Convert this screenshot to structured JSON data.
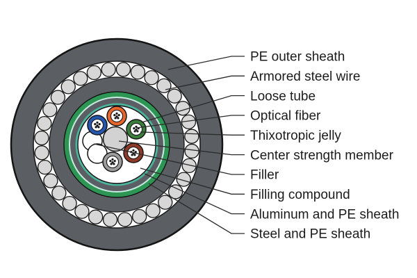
{
  "figure": {
    "name": "fiber-optic-cable-cross-section",
    "background_color": "#ffffff",
    "labels": [
      {
        "slug": "pe-outer-sheath",
        "text": "PE outer sheath"
      },
      {
        "slug": "armored-steel-wire",
        "text": "Armored steel wire"
      },
      {
        "slug": "loose-tube",
        "text": "Loose tube"
      },
      {
        "slug": "optical-fiber",
        "text": "Optical fiber"
      },
      {
        "slug": "thixotropic-jelly",
        "text": "Thixotropic jelly"
      },
      {
        "slug": "center-strength-member",
        "text": "Center strength member"
      },
      {
        "slug": "filler",
        "text": "Filler"
      },
      {
        "slug": "filling-compound",
        "text": "Filling compound"
      },
      {
        "slug": "aluminum-pe-sheath",
        "text": "Aluminum and PE sheath"
      },
      {
        "slug": "steel-pe-sheath",
        "text": "Steel and PE sheath"
      }
    ],
    "colors": {
      "sheath_gray": "#5b5f63",
      "outline_black": "#141414",
      "steel_wire_gray": "#d7d7d7",
      "green_sheath_ring": "#2e9655",
      "teal_highlight": "#c9ebe2",
      "teal_inner_ring": "#4cb39c",
      "core_white": "#ffffff",
      "center_strength_gray": "#d2d2d2",
      "fiber_dot_black": "#1a1a1a",
      "leader_line": "#2b2b2b"
    },
    "loose_tubes": [
      {
        "id": "blue-tube",
        "color": "#2456b0"
      },
      {
        "id": "orange-tube",
        "color": "#e8662b"
      },
      {
        "id": "green-tube",
        "color": "#3a7d3c"
      },
      {
        "id": "brown-tube",
        "color": "#8e3a28"
      },
      {
        "id": "gray-tube",
        "color": "#9c9c9c"
      }
    ],
    "counts": {
      "armored_steel_wires": 32,
      "loose_tubes": 5,
      "fillers": 2,
      "fibers_per_tube": 6
    }
  }
}
